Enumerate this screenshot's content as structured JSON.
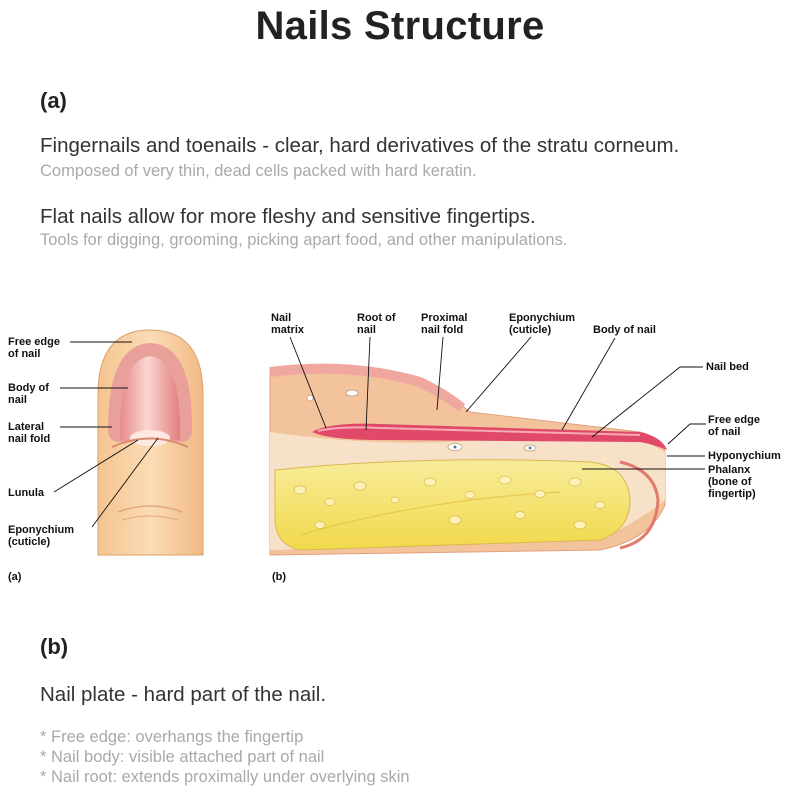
{
  "title": "Nails Structure",
  "section_a": {
    "label": "(a)",
    "p1_main": "Fingernails and toenails - clear, hard derivatives of the stratu corneum.",
    "p1_sub": "Composed of very thin, dead cells packed with hard keratin.",
    "p2_main": "Flat nails allow for more fleshy and sensitive fingertips.",
    "p2_sub": "Tools for digging, grooming, picking apart food, and other manipulations."
  },
  "figure_a": {
    "panel_label": "(a)",
    "labels": {
      "free_edge_1": "Free edge",
      "free_edge_2": "of nail",
      "body_1": "Body of",
      "body_2": "nail",
      "lateral_1": "Lateral",
      "lateral_2": "nail fold",
      "lunula": "Lunula",
      "epon_1": "Eponychium",
      "epon_2": "(cuticle)"
    }
  },
  "figure_b": {
    "panel_label": "(b)",
    "labels": {
      "matrix_1": "Nail",
      "matrix_2": "matrix",
      "root_1": "Root of",
      "root_2": "nail",
      "prox_1": "Proximal",
      "prox_2": "nail fold",
      "epon_1": "Eponychium",
      "epon_2": "(cuticle)",
      "body": "Body of nail",
      "bed": "Nail bed",
      "free_1": "Free edge",
      "free_2": "of nail",
      "hypo": "Hyponychium",
      "phal_1": "Phalanx",
      "phal_2": "(bone of",
      "phal_3": "fingertip)"
    }
  },
  "section_b": {
    "label": "(b)",
    "main": "Nail plate - hard part of the nail.",
    "bullets": [
      "* Free edge: overhangs the fingertip",
      "* Nail body: visible attached part of nail",
      "* Nail root: extends proximally under overlying skin"
    ]
  }
}
